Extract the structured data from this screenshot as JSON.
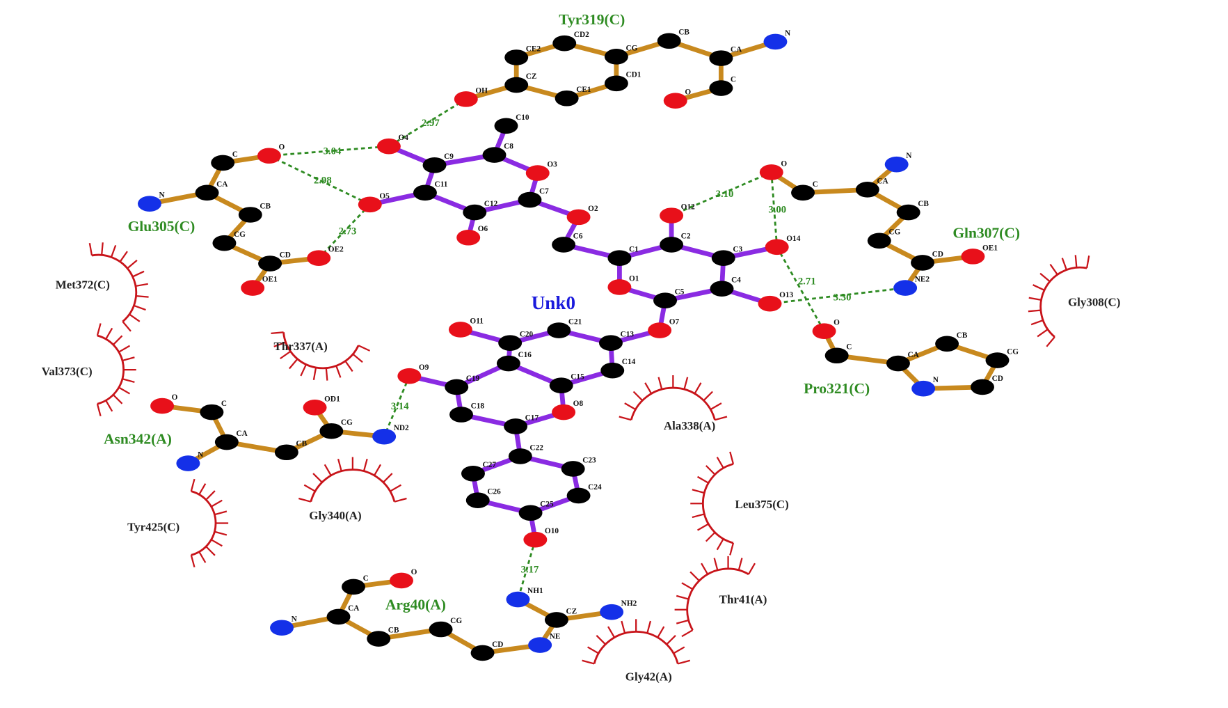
{
  "ligand": {
    "name": "Unk0",
    "atoms": [
      "C10",
      "C8",
      "O3",
      "C9",
      "O4",
      "C11",
      "O5",
      "C12",
      "O6",
      "C7",
      "O2",
      "C6",
      "C1",
      "C2",
      "O12",
      "C3",
      "O14",
      "C4",
      "O13",
      "C5",
      "O1",
      "O7",
      "C13",
      "C21",
      "C20",
      "O11",
      "C16",
      "C14",
      "C15",
      "C19",
      "O9",
      "C18",
      "O8",
      "C17",
      "C22",
      "C27",
      "C23",
      "C26",
      "C24",
      "C25",
      "O10"
    ]
  },
  "residues": [
    {
      "name": "Tyr319(C)",
      "atoms": [
        "OH",
        "CZ",
        "CE2",
        "CD2",
        "CG",
        "CD1",
        "CE1",
        "CB",
        "CA",
        "N",
        "C",
        "O"
      ]
    },
    {
      "name": "Glu305(C)",
      "atoms": [
        "O",
        "C",
        "CA",
        "N",
        "CB",
        "CG",
        "CD",
        "OE1",
        "OE2"
      ]
    },
    {
      "name": "Gln307(C)",
      "atoms": [
        "O",
        "C",
        "CA",
        "N",
        "CB",
        "CG",
        "CD",
        "OE1",
        "NE2"
      ]
    },
    {
      "name": "Pro321(C)",
      "atoms": [
        "O",
        "C",
        "CA",
        "N",
        "CD",
        "CG",
        "CB"
      ]
    },
    {
      "name": "Asn342(A)",
      "atoms": [
        "O",
        "C",
        "CA",
        "N",
        "CB",
        "CG",
        "OD1",
        "ND2"
      ]
    },
    {
      "name": "Arg40(A)",
      "atoms": [
        "O",
        "C",
        "CA",
        "N",
        "CB",
        "CG",
        "CD",
        "NE",
        "CZ",
        "NH1",
        "NH2"
      ]
    }
  ],
  "hbonds": [
    "2.97",
    "3.04",
    "2.98",
    "2.73",
    "3.10",
    "3.00",
    "2.71",
    "3.30",
    "3.14",
    "3.17"
  ],
  "hydrophobic": [
    "Met372(C)",
    "Val373(C)",
    "Thr337(A)",
    "Ala338(A)",
    "Gly308(C)",
    "Leu375(C)",
    "Gly340(A)",
    "Tyr425(C)",
    "Thr41(A)",
    "Gly42(A)"
  ],
  "colors": {
    "carbon": "#000000",
    "oxygen": "#e8101a",
    "nitrogen": "#1430e8",
    "ligand_bond": "#8a2be2",
    "residue_bond": "#c8891e",
    "hbond": "#2e8b22",
    "hydrophobic": "#c8141a"
  }
}
